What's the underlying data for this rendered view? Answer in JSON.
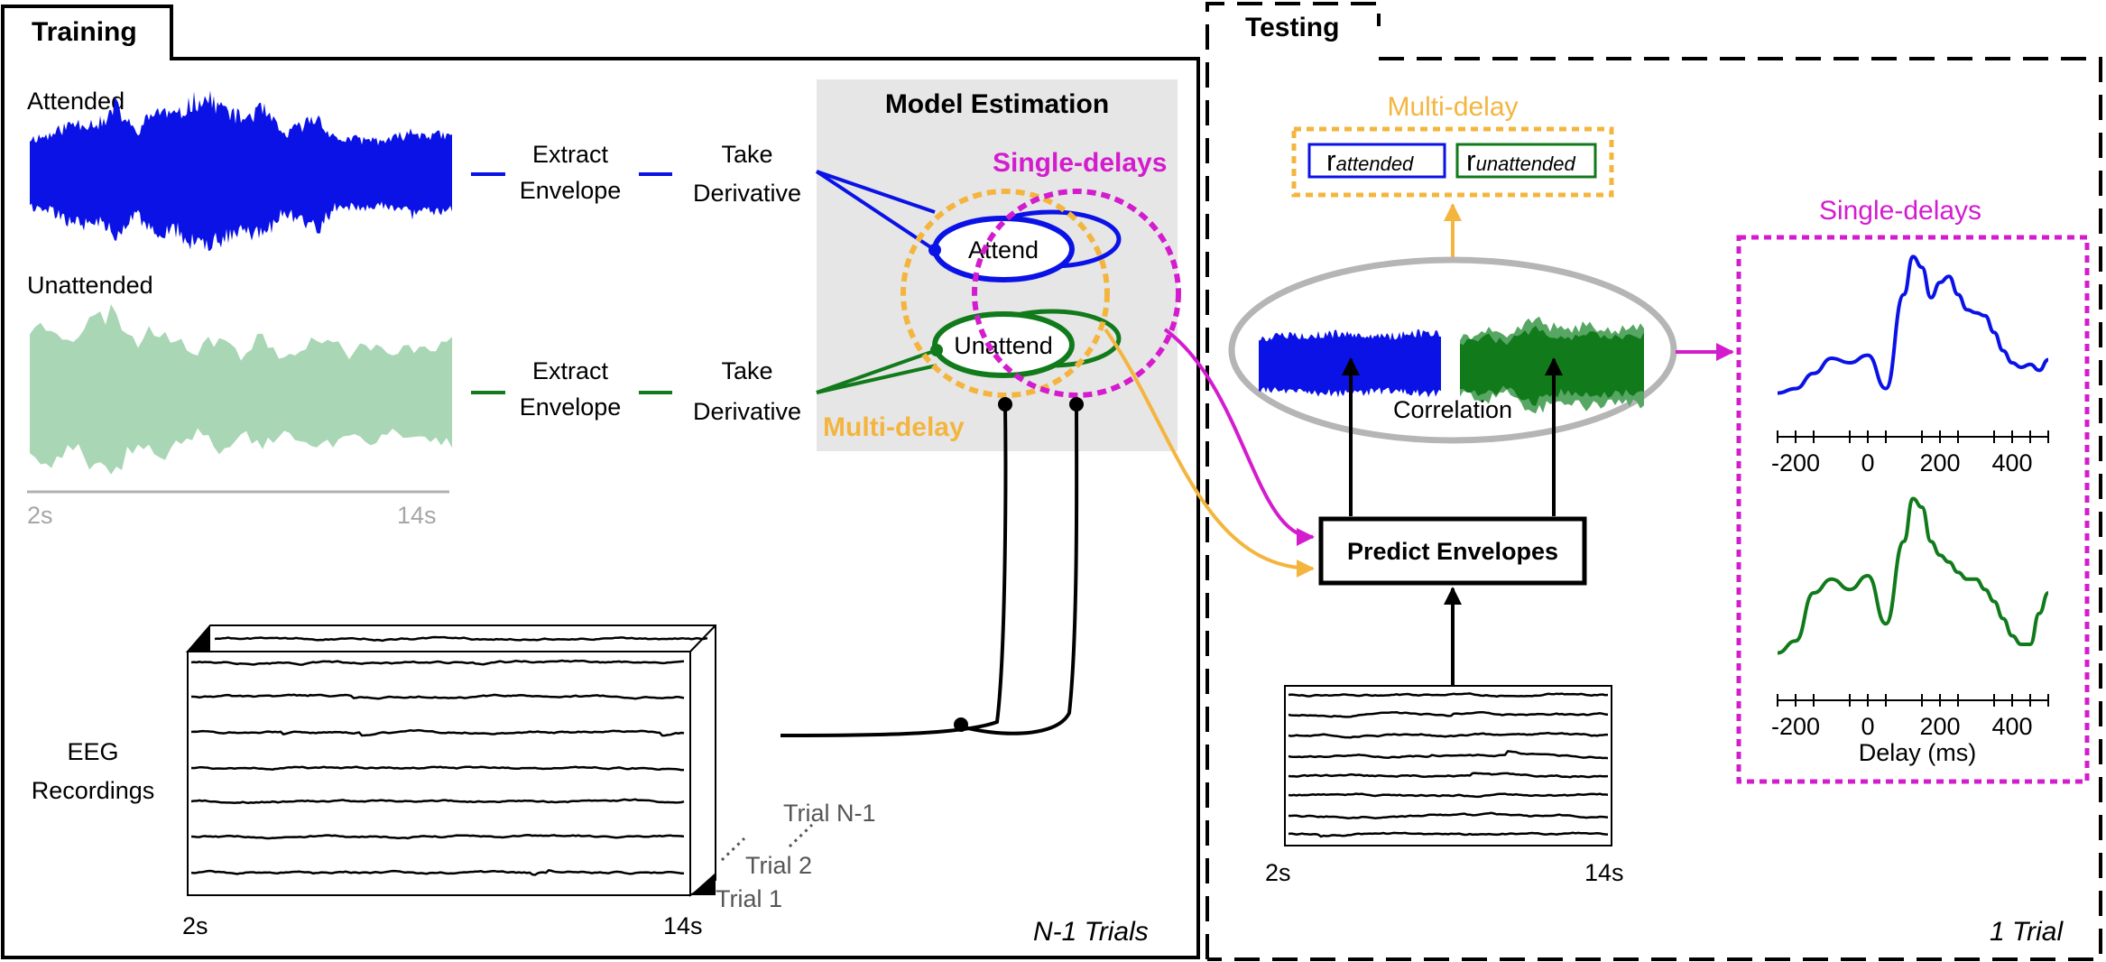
{
  "training": {
    "title": "Training",
    "attended_label": "Attended",
    "unattended_label": "Unattended",
    "time_start": "2s",
    "time_end": "14s",
    "extract_line1": "Extract",
    "extract_line2": "Envelope",
    "take_line1": "Take",
    "take_line2": "Derivative",
    "eeg_line1": "EEG",
    "eeg_line2": "Recordings",
    "trial_1": "Trial 1",
    "trial_2": "Trial 2",
    "trial_n1": "Trial N-1",
    "n_trials": "N-1 Trials"
  },
  "model": {
    "title": "Model Estimation",
    "single_delays": "Single-delays",
    "multi_delay": "Multi-delay",
    "attend": "Attend",
    "unattend": "Unattend"
  },
  "testing": {
    "title": "Testing",
    "multi_delay_title": "Multi-delay",
    "r_attended_base": "r",
    "r_attended_sub": "attended",
    "r_unattended_base": "r",
    "r_unattended_sub": "unattended",
    "correlation": "Correlation",
    "predict": "Predict Envelopes",
    "time_start": "2s",
    "time_end": "14s",
    "one_trial": "1 Trial"
  },
  "single_delays_panel": {
    "title": "Single-delays",
    "ticks": [
      "-200",
      "0",
      "200",
      "400"
    ],
    "xlabel": "Delay (ms)"
  },
  "colors": {
    "blue": "#0a12e6",
    "green": "#117a1b",
    "light_green": "#a9d6b4",
    "orange": "#f4b53f",
    "magenta": "#d41ccf",
    "grey_box": "#e6e6e6"
  },
  "chart_data": {
    "type": "line",
    "xlabel": "Delay (ms)",
    "xlim": [
      -250,
      500
    ],
    "xticks": [
      -200,
      0,
      200,
      400
    ],
    "series": [
      {
        "x": [
          -250,
          -200,
          -150,
          -100,
          -50,
          0,
          50,
          100,
          125,
          150,
          175,
          200,
          225,
          250,
          275,
          300,
          325,
          350,
          375,
          400,
          425,
          450,
          475,
          500
        ],
        "values": [
          0.05,
          0.08,
          0.18,
          0.28,
          0.25,
          0.3,
          0.08,
          0.7,
          0.95,
          0.88,
          0.68,
          0.78,
          0.82,
          0.7,
          0.6,
          0.58,
          0.56,
          0.45,
          0.33,
          0.25,
          0.22,
          0.24,
          0.2,
          0.27
        ]
      },
      {
        "x": [
          -250,
          -200,
          -150,
          -100,
          -50,
          0,
          50,
          100,
          125,
          150,
          175,
          200,
          225,
          250,
          275,
          300,
          325,
          350,
          375,
          400,
          425,
          450,
          475,
          500
        ],
        "values": [
          0.05,
          0.12,
          0.4,
          0.48,
          0.42,
          0.5,
          0.22,
          0.7,
          0.95,
          0.9,
          0.7,
          0.62,
          0.58,
          0.52,
          0.48,
          0.48,
          0.42,
          0.35,
          0.25,
          0.15,
          0.1,
          0.1,
          0.28,
          0.4
        ]
      }
    ]
  }
}
